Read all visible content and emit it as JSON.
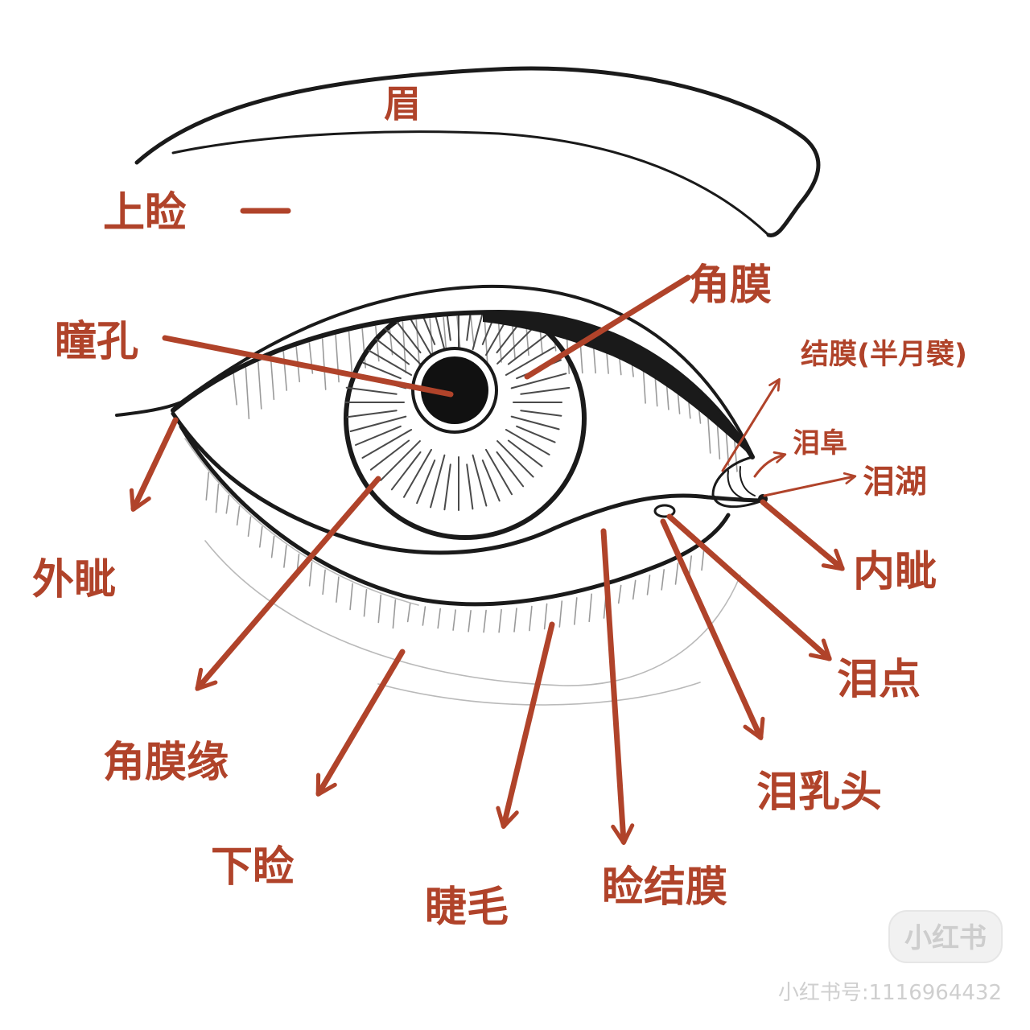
{
  "labels": {
    "brow": "眉",
    "upper_eyelid": "上睑",
    "cornea": "角膜",
    "pupil": "瞳孔",
    "conjunctiva": "结膜(半月襞)",
    "caruncle": "泪阜",
    "lacrimal_lake": "泪湖",
    "outer_canthus": "外眦",
    "inner_canthus": "内眦",
    "punctum": "泪点",
    "limbus": "角膜缘",
    "papilla": "泪乳头",
    "lower_eyelid": "下睑",
    "eyelashes": "睫毛",
    "palpebral_conjunctiva": "睑结膜"
  },
  "watermark": {
    "logo": "小红书",
    "account": "小红书号:1116964432"
  },
  "colors": {
    "ink": "#1a1a1a",
    "label": "#b0432a",
    "background": "#ffffff"
  }
}
